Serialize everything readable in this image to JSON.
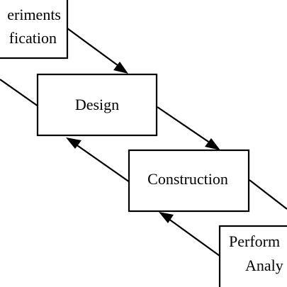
{
  "diagram": {
    "boxes": {
      "requirements": {
        "line1": "eriments",
        "line2": "fication"
      },
      "design": {
        "label": "Design"
      },
      "construction": {
        "label": "Construction"
      },
      "performance": {
        "line1": "Perform",
        "line2": "Analy"
      }
    },
    "colors": {
      "stroke": "#000000",
      "fill": "#ffffff",
      "text": "#000000"
    }
  }
}
